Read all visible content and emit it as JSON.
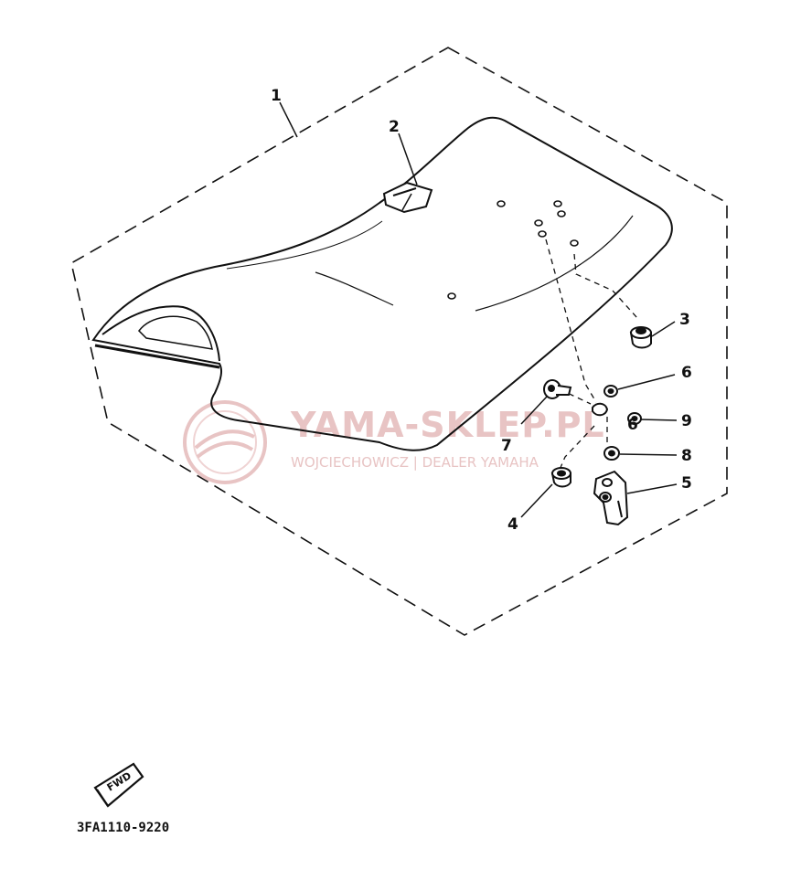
{
  "watermark": {
    "title": "YAMA-SKLEP.PL",
    "subtitle": "WOJCIECHOWICZ | DEALER YAMAHA"
  },
  "part_labels": [
    "1",
    "2",
    "3",
    "4",
    "5",
    "6",
    "7",
    "8",
    "9"
  ],
  "drawing_code": "3FA1110-9220",
  "direction_tag": "FWD",
  "colors": {
    "line": "#111111",
    "watermark": "#e8c4c4"
  }
}
